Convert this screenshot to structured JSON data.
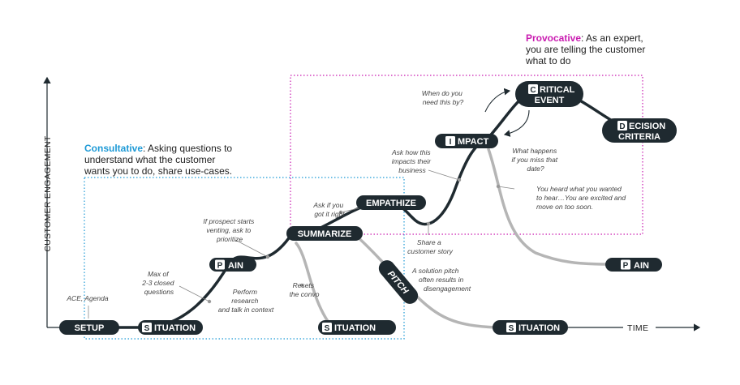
{
  "colors": {
    "dark": "#1f2a30",
    "grey": "#b5b5b5",
    "consultative": "#1e9ad6",
    "provocative": "#c91bb0"
  },
  "axes": {
    "y_label": "CUSTOMER ENGAGEMENT",
    "x_label": "TIME"
  },
  "zones": {
    "consultative": {
      "lead": "Consultative",
      "text": ": Asking questions to understand what the customer wants you to do, share use-cases."
    },
    "provocative": {
      "lead": "Provocative",
      "text": ": As an expert, you are telling the customer what to do"
    }
  },
  "nodes": {
    "setup": {
      "label": "SETUP"
    },
    "situation1": {
      "init": "S",
      "rest": "ITUATION"
    },
    "pain1": {
      "init": "P",
      "rest": "AIN"
    },
    "summarize": {
      "label": "SUMMARIZE"
    },
    "situation2": {
      "init": "S",
      "rest": "ITUATION"
    },
    "empathize": {
      "label": "EMPATHIZE"
    },
    "pitch": {
      "label": "PITCH"
    },
    "impact": {
      "init": "I",
      "rest": "MPACT"
    },
    "critical": {
      "init": "C",
      "rest1": "RITICAL",
      "line2": "EVENT"
    },
    "decision": {
      "init": "D",
      "rest1": "ECISION",
      "line2": "CRITERIA"
    },
    "pain2": {
      "init": "P",
      "rest": "AIN"
    },
    "situation3": {
      "init": "S",
      "rest": "ITUATION"
    }
  },
  "annotations": {
    "ace": [
      "ACE, Agenda"
    ],
    "max": [
      "Max of",
      "2-3 closed",
      "questions"
    ],
    "venting": [
      "If prospect starts",
      "venting, ask to",
      "prioritize"
    ],
    "research": [
      "Perform",
      "research",
      "and talk in context"
    ],
    "resets": [
      "Resets",
      "the convo"
    ],
    "gotit": [
      "Ask if you",
      "got it right"
    ],
    "share": [
      "Share a",
      "customer story"
    ],
    "solution": [
      "A solution pitch",
      "often results in",
      "disengagement"
    ],
    "askhow": [
      "Ask how this",
      "impacts their",
      "business"
    ],
    "whendo": [
      "When do you",
      "need this by?"
    ],
    "whathappens": [
      "What happens",
      "if you miss that",
      "date?"
    ],
    "heard": [
      "You heard what you wanted",
      "to hear…You are excited and",
      "move on too soon."
    ]
  }
}
